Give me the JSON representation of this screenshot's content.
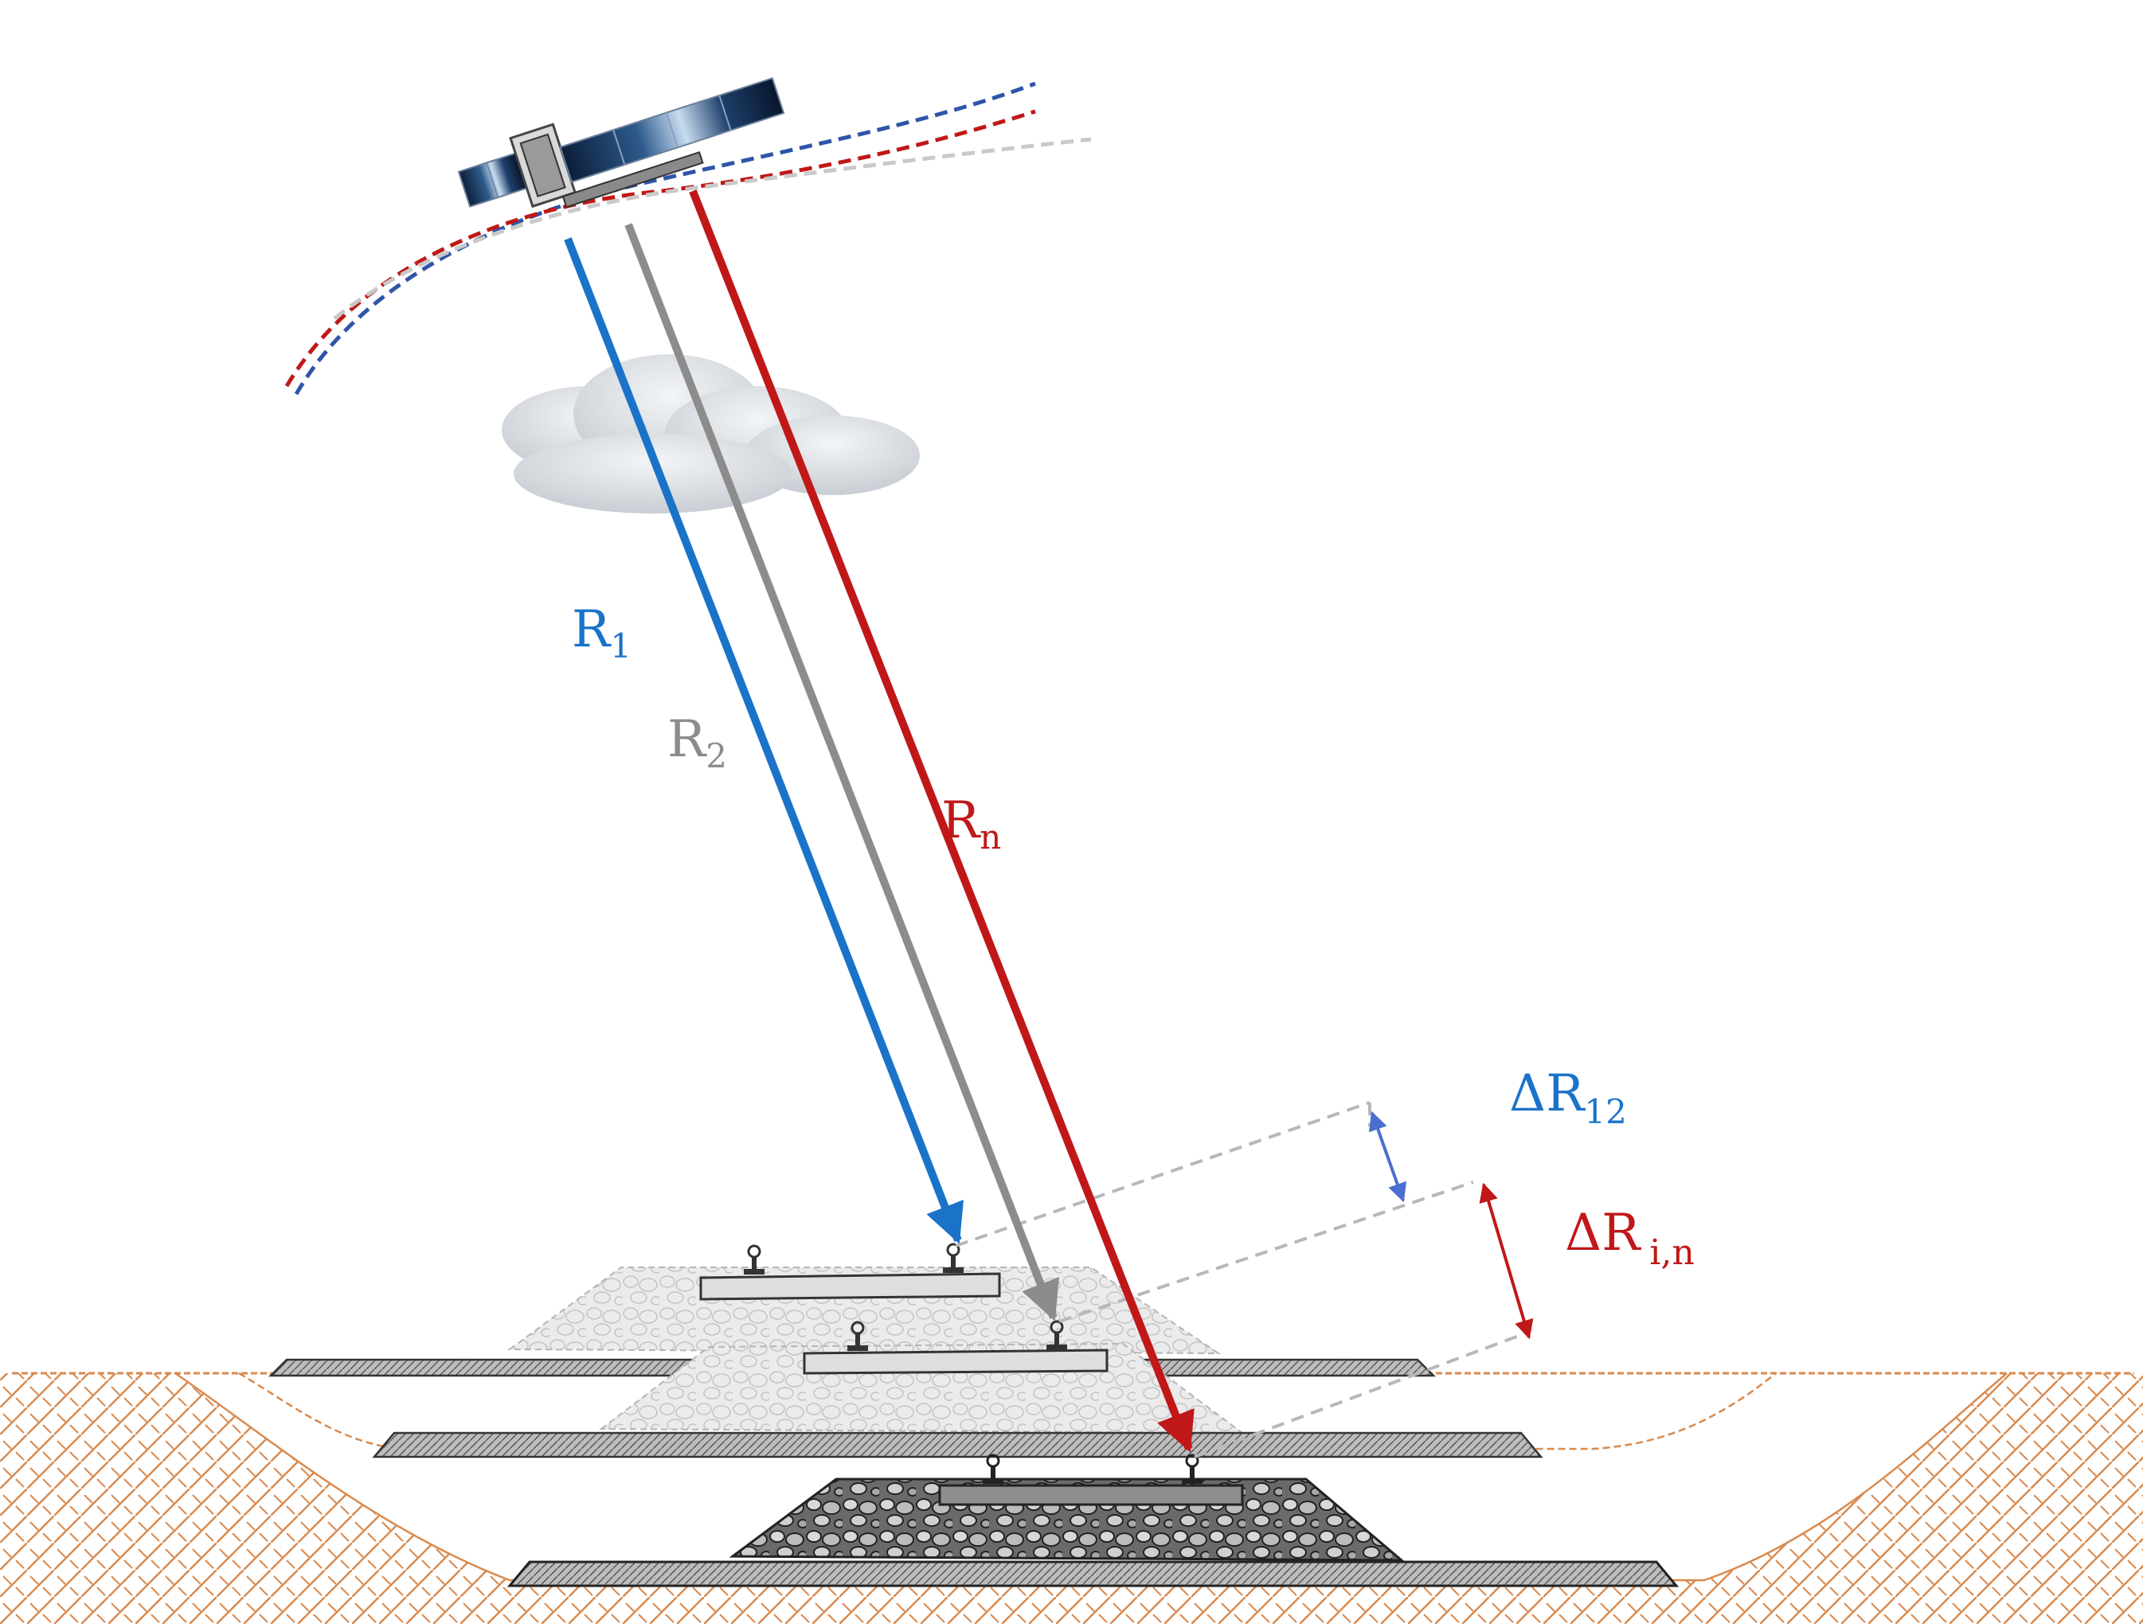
{
  "labels": {
    "r1_main": "R",
    "r1_sub": "1",
    "r2_main": "R",
    "r2_sub": "2",
    "rn_main": "R",
    "rn_sub": "n",
    "dr12_main": "ΔR",
    "dr12_sub": "12",
    "drin_main": "ΔR",
    "drin_sub": "i,n"
  },
  "colors": {
    "pass_1": "#1a73c9",
    "pass_2": "#8c8c8c",
    "pass_n": "#c01818",
    "delta_12": "#4a6fd0",
    "delta_in": "#c01818",
    "ground": "#d98a4e",
    "guide": "#b8b8b8"
  },
  "icons": {
    "satellite": "satellite-icon",
    "cloud": "cloud-icon"
  }
}
